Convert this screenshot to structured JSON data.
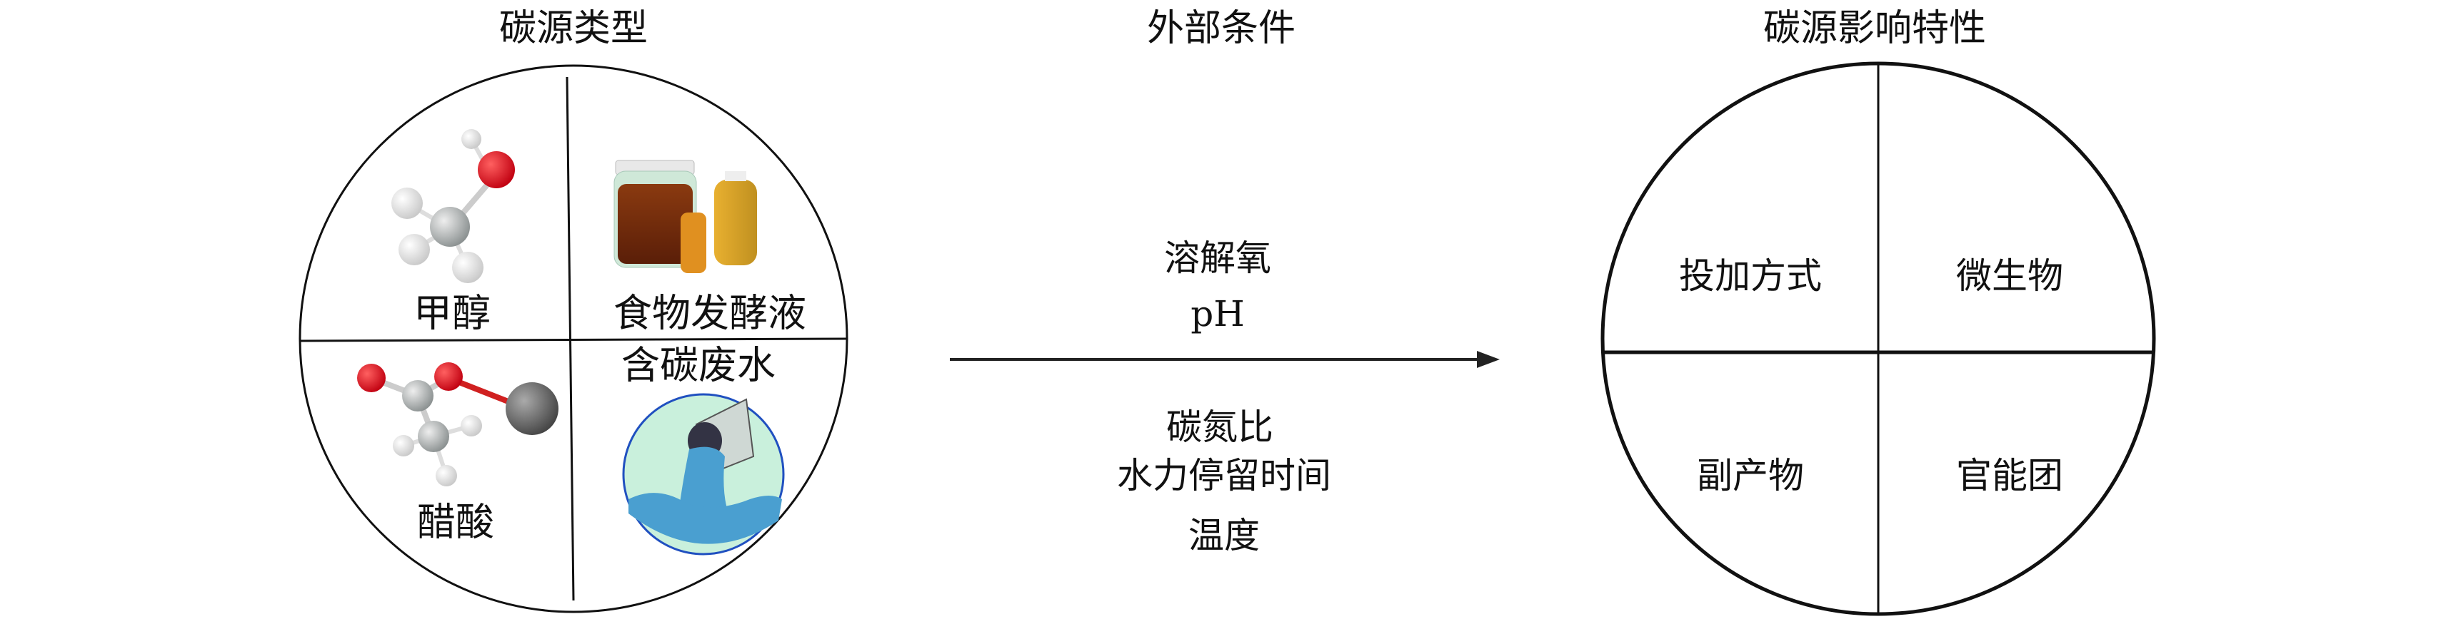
{
  "carbon_types": {
    "title": "碳源类型",
    "methanol": "甲醇",
    "food_fermentation": "食物发酵液",
    "carbon_wastewater": "含碳废水",
    "acetic_acid": "醋酸"
  },
  "external_conditions": {
    "title": "外部条件",
    "above": [
      "溶解氧",
      "pH"
    ],
    "below": [
      "碳氮比",
      "水力停留时间",
      "温度"
    ]
  },
  "influence": {
    "title": "碳源影响特性",
    "quadrants": [
      "投加方式",
      "微生物",
      "副产物",
      "官能团"
    ]
  },
  "colors": {
    "oxygen": "#e0141c",
    "carbon": "#a9aeae",
    "hydrogen": "#f2f2f2",
    "water": "#4a9fd0",
    "water_bg": "#c9f0dc"
  }
}
